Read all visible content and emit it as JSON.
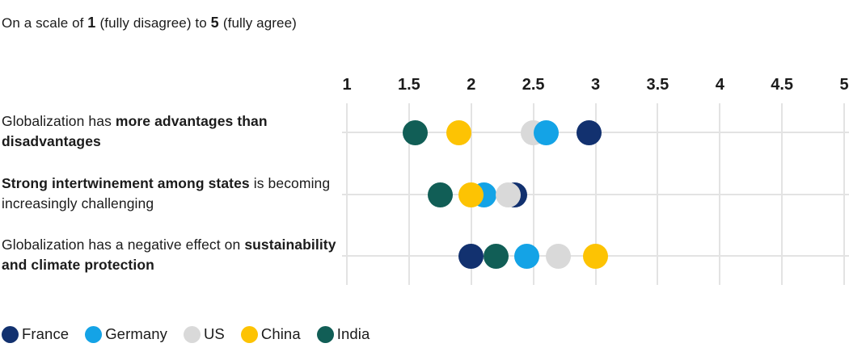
{
  "title": {
    "segments": [
      {
        "text": "On a scale of ",
        "bold": false
      },
      {
        "text": " 1 ",
        "bold": true
      },
      {
        "text": " (fully disagree) to ",
        "bold": false
      },
      {
        "text": " 5 ",
        "bold": true
      },
      {
        "text": " (fully agree)",
        "bold": false
      }
    ]
  },
  "chart_data": {
    "type": "scatter",
    "subtitle": "On a scale of 1 (fully disagree) to 5 (fully agree)",
    "axis": {
      "min": 1,
      "max": 5,
      "step": 0.5,
      "tick_labels": [
        "1",
        "1.5",
        "2",
        "2.5",
        "3",
        "3.5",
        "4",
        "4.5",
        "5"
      ],
      "position": "top",
      "grid": true
    },
    "legend_position": "bottom-left",
    "rows": [
      {
        "label_segments": [
          {
            "text": "Globalization has ",
            "bold": false
          },
          {
            "text": "more advantages than disadvantages",
            "bold": true
          }
        ],
        "points": [
          {
            "country": "India",
            "value": 1.55
          },
          {
            "country": "China",
            "value": 1.9
          },
          {
            "country": "US",
            "value": 2.5
          },
          {
            "country": "Germany",
            "value": 2.6
          },
          {
            "country": "France",
            "value": 2.95
          }
        ]
      },
      {
        "label_segments": [
          {
            "text": "Strong intertwinement among states",
            "bold": true
          },
          {
            "text": " is becoming increasingly challenging",
            "bold": false
          }
        ],
        "points": [
          {
            "country": "India",
            "value": 1.75
          },
          {
            "country": "Germany",
            "value": 2.1
          },
          {
            "country": "China",
            "value": 2.0
          },
          {
            "country": "France",
            "value": 2.35
          },
          {
            "country": "US",
            "value": 2.3
          }
        ]
      },
      {
        "label_segments": [
          {
            "text": "Globalization has a negative effect on ",
            "bold": false
          },
          {
            "text": "sustainability and climate protection",
            "bold": true
          }
        ],
        "points": [
          {
            "country": "France",
            "value": 2.0
          },
          {
            "country": "India",
            "value": 2.2
          },
          {
            "country": "Germany",
            "value": 2.45
          },
          {
            "country": "US",
            "value": 2.7
          },
          {
            "country": "China",
            "value": 3.0
          }
        ]
      }
    ],
    "series_colors": {
      "France": "#12316f",
      "Germany": "#14a3e6",
      "US": "#d9d9d9",
      "China": "#fdc303",
      "India": "#115e56"
    },
    "legend": [
      {
        "label": "France",
        "color": "#12316f"
      },
      {
        "label": "Germany",
        "color": "#14a3e6"
      },
      {
        "label": "US",
        "color": "#d9d9d9"
      },
      {
        "label": "China",
        "color": "#fdc303"
      },
      {
        "label": "India",
        "color": "#115e56"
      }
    ]
  },
  "colors": {
    "text": "#1b1b1b",
    "grid": "#e3e3e3",
    "background": "#ffffff"
  }
}
